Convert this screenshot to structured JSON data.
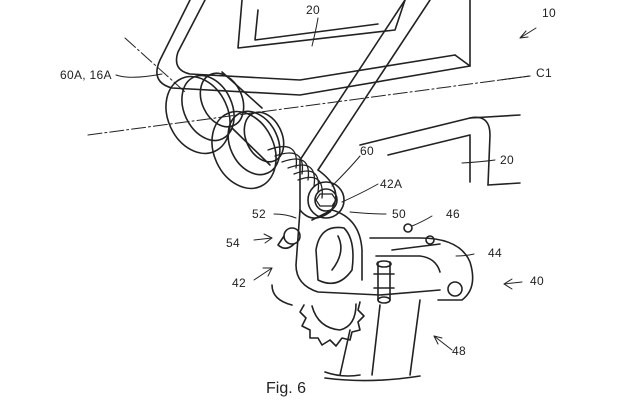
{
  "labels": {
    "ref_10": "10",
    "ref_20_top": "20",
    "ref_20_right": "20",
    "ref_60a_16a": "60A, 16A",
    "ref_c1": "C1",
    "ref_60": "60",
    "ref_42a": "42A",
    "ref_52": "52",
    "ref_50": "50",
    "ref_46": "46",
    "ref_54": "54",
    "ref_44": "44",
    "ref_42": "42",
    "ref_40": "40",
    "ref_48": "48"
  },
  "caption": "Fig. 6"
}
